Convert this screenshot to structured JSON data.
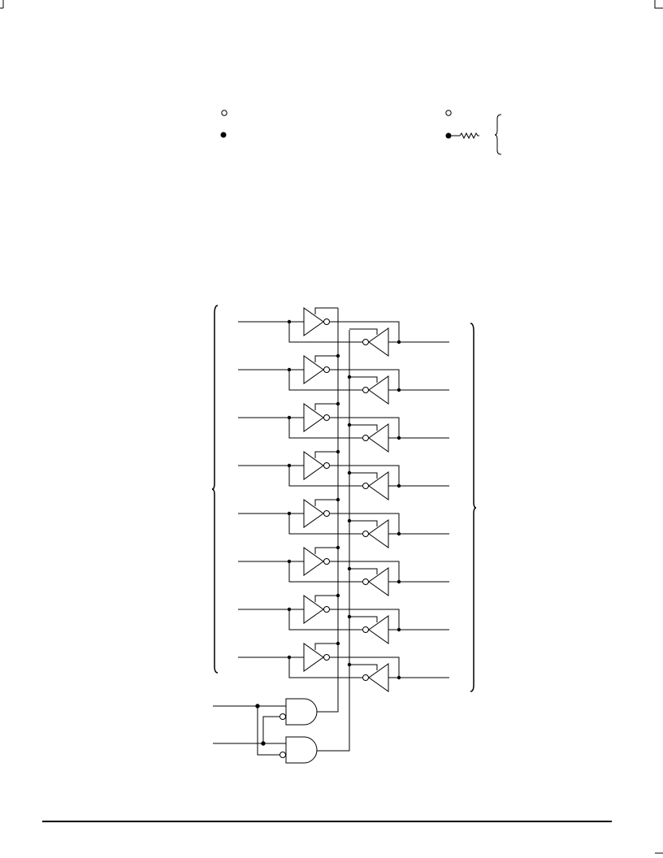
{
  "page": {
    "background": "#ffffff",
    "line_color": "#000000"
  },
  "legend": {
    "items": [
      {
        "name": "input-open-circle-icon",
        "style": "open"
      },
      {
        "name": "input-dot-icon",
        "style": "filled"
      },
      {
        "name": "output-open-circle-icon",
        "style": "open"
      },
      {
        "name": "output-dot-resistor-icon",
        "style": "filled"
      }
    ]
  },
  "diagram": {
    "channels": 8,
    "buffer_symbol": "inverting-buffer-triangle",
    "control_gates": 2,
    "control_gate_symbol": "and-gate-with-inverted-input"
  }
}
